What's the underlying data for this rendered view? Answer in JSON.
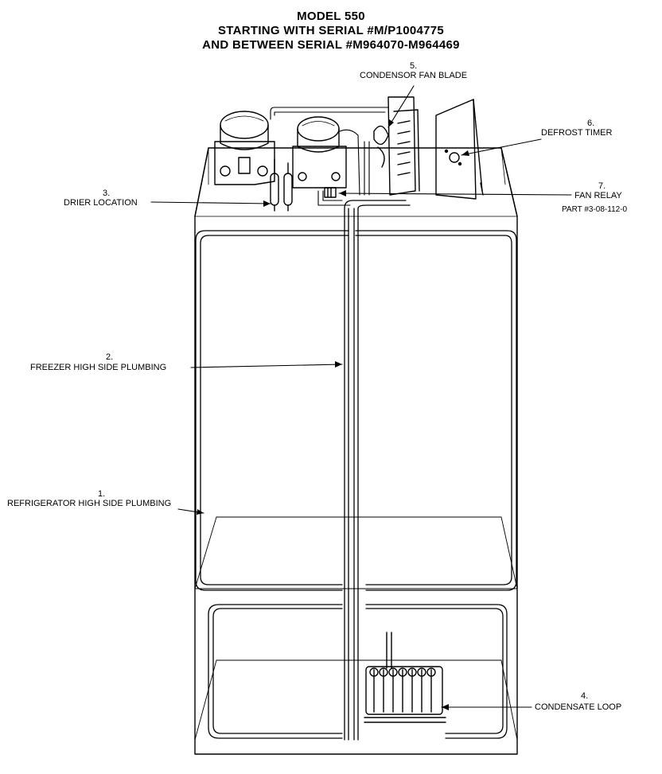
{
  "title": {
    "line1": "MODEL 550",
    "line2": "STARTING WITH SERIAL #M/P1004775",
    "line3": "AND BETWEEN SERIAL #M964070-M964469"
  },
  "callouts": [
    {
      "num": "1.",
      "text": "REFRIGERATOR HIGH SIDE PLUMBING"
    },
    {
      "num": "2.",
      "text": "FREEZER HIGH SIDE PLUMBING"
    },
    {
      "num": "3.",
      "text": "DRIER LOCATION"
    },
    {
      "num": "4.",
      "text": "CONDENSATE LOOP"
    },
    {
      "num": "5.",
      "text": "CONDENSOR FAN BLADE"
    },
    {
      "num": "6.",
      "text": "DEFROST TIMER"
    },
    {
      "num": "7.",
      "text": "FAN RELAY",
      "extra": "PART #3-08-112-0"
    }
  ]
}
